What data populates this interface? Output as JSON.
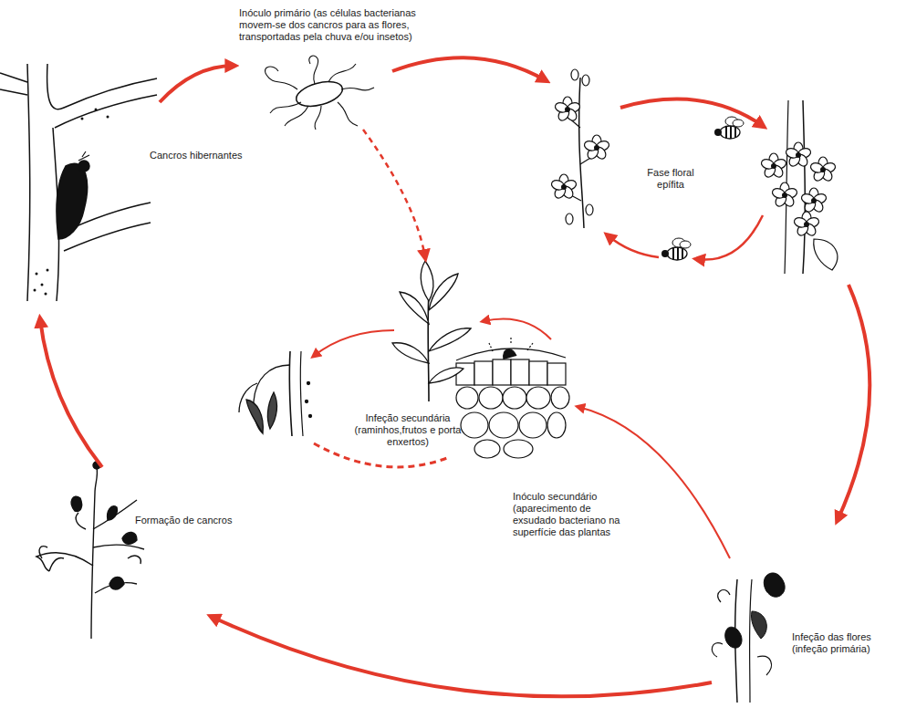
{
  "diagram": {
    "labels": [
      "Inóculo primário (as células bacterianas movem-se dos cancros para as flores, transportadas pela chuva e/ou insetos)",
      "Cancros hibernantes",
      "Fase floral epífita",
      "Infeção secundária (raminhos,frutos e porta enxertos)",
      "Inóculo secundário (aparecimento de exsudado bacteriano na superfície das plantas",
      "Formação de cancros",
      "Infeção das flores (infeção primária)"
    ]
  }
}
